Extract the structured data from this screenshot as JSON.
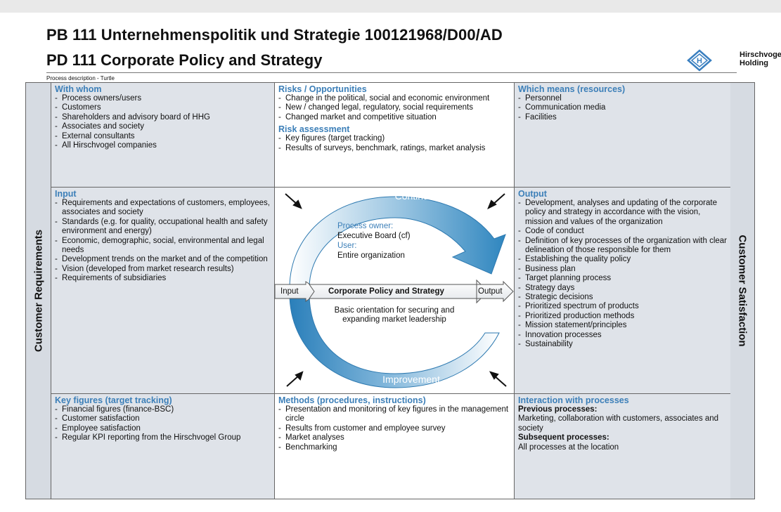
{
  "title_de": "PB 111 Unternehmenspolitik und Strategie 100121968/D00/AD",
  "title_en": "PD 111 Corporate Policy and Strategy",
  "logo": {
    "line1": "Hirschvogel",
    "line2": "Holding",
    "icon": "hexagon-h-logo"
  },
  "process_description": "Process description - Turtle",
  "side_left": "Customer Requirements",
  "side_right": "Customer Satisfaction",
  "with_whom": {
    "heading": "With whom",
    "items": [
      "Process owners/users",
      "Customers",
      "Shareholders and advisory board of HHG",
      "Associates and society",
      "External consultants",
      "All Hirschvogel companies"
    ]
  },
  "risks": {
    "heading": "Risks / Opportunities",
    "items": [
      "Change in the political, social and economic environment",
      "New / changed legal, regulatory, social requirements",
      "Changed market and competitive situation"
    ],
    "assessment_heading": "Risk assessment",
    "assessment_items": [
      "Key figures (target tracking)",
      "Results of surveys, benchmark, ratings, market analysis"
    ]
  },
  "means": {
    "heading": "Which means (resources)",
    "items": [
      "Personnel",
      "Communication media",
      "Facilities"
    ]
  },
  "input": {
    "heading": "Input",
    "items": [
      "Requirements and expectations of customers, employees, associates and society",
      "Standards (e.g. for quality, occupational health and safety environment and energy)",
      "Economic, demographic, social, environmental and legal needs",
      "Development trends on the market and of the competition",
      "Vision (developed from market research results)",
      "Requirements of subsidiaries"
    ]
  },
  "center": {
    "continuous": "Continuous",
    "improvement": "Improvement",
    "owner_label": "Process owner:",
    "owner_value": "Executive Board (cf)",
    "user_label": "User:",
    "user_value": "Entire organization",
    "input_label": "Input",
    "process_label": "Corporate Policy and Strategy",
    "output_label": "Output",
    "orientation": "Basic orientation for securing and expanding market leadership"
  },
  "output": {
    "heading": "Output",
    "items": [
      "Development, analyses and updating of the corporate policy and strategy in accordance with the vision, mission and values of the organization",
      "Code of conduct",
      "Definition of key processes of the organization with clear delineation of those responsible for them",
      "Establishing the quality policy",
      "Business plan",
      "Target planning process",
      "Strategy days",
      "Strategic decisions",
      "Prioritized spectrum of products",
      "Prioritized production methods",
      "Mission statement/principles",
      "Innovation processes",
      "Sustainability"
    ]
  },
  "key_figures": {
    "heading": "Key figures (target tracking)",
    "items": [
      "Financial figures (finance-BSC)",
      "Customer satisfaction",
      "Employee satisfaction",
      "Regular KPI reporting from the Hirschvogel Group"
    ]
  },
  "methods": {
    "heading": "Methods (procedures, instructions)",
    "items": [
      "Presentation and monitoring of key figures in the management circle",
      "Results from customer and employee survey",
      "Market analyses",
      "Benchmarking"
    ]
  },
  "interaction": {
    "heading": "Interaction with processes",
    "previous_heading": "Previous processes:",
    "previous_text": "Marketing, collaboration with customers, associates and society",
    "subsequent_heading": "Subsequent processes:",
    "subsequent_text": "All processes at the location"
  },
  "colors": {
    "heading_blue": "#3c7fb8",
    "cell_grey": "#dfe3e9",
    "side_grey": "#d6dbe2",
    "arrow_blue": "#3a8fc4"
  }
}
